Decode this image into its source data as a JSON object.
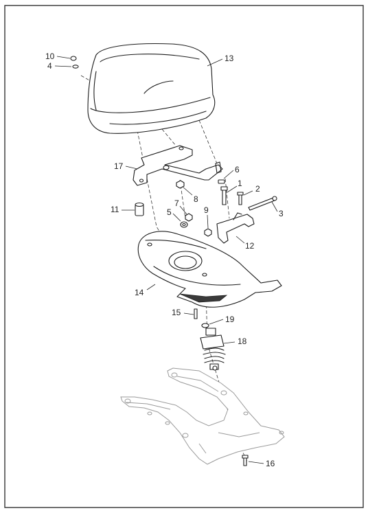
{
  "diagram": {
    "callouts": {
      "c1": "1",
      "c2": "2",
      "c3": "3",
      "c4": "4",
      "c5": "5",
      "c6": "6",
      "c7": "7",
      "c8": "8",
      "c9": "9",
      "c10": "10",
      "c11": "11",
      "c12": "12",
      "c13": "13",
      "c14": "14",
      "c15": "15",
      "c16": "16",
      "c17": "17",
      "c18": "18",
      "c19": "19"
    },
    "colors": {
      "ink": "#1a1a1a",
      "frame_ghost": "#9a9a9a",
      "border": "#333333"
    }
  }
}
